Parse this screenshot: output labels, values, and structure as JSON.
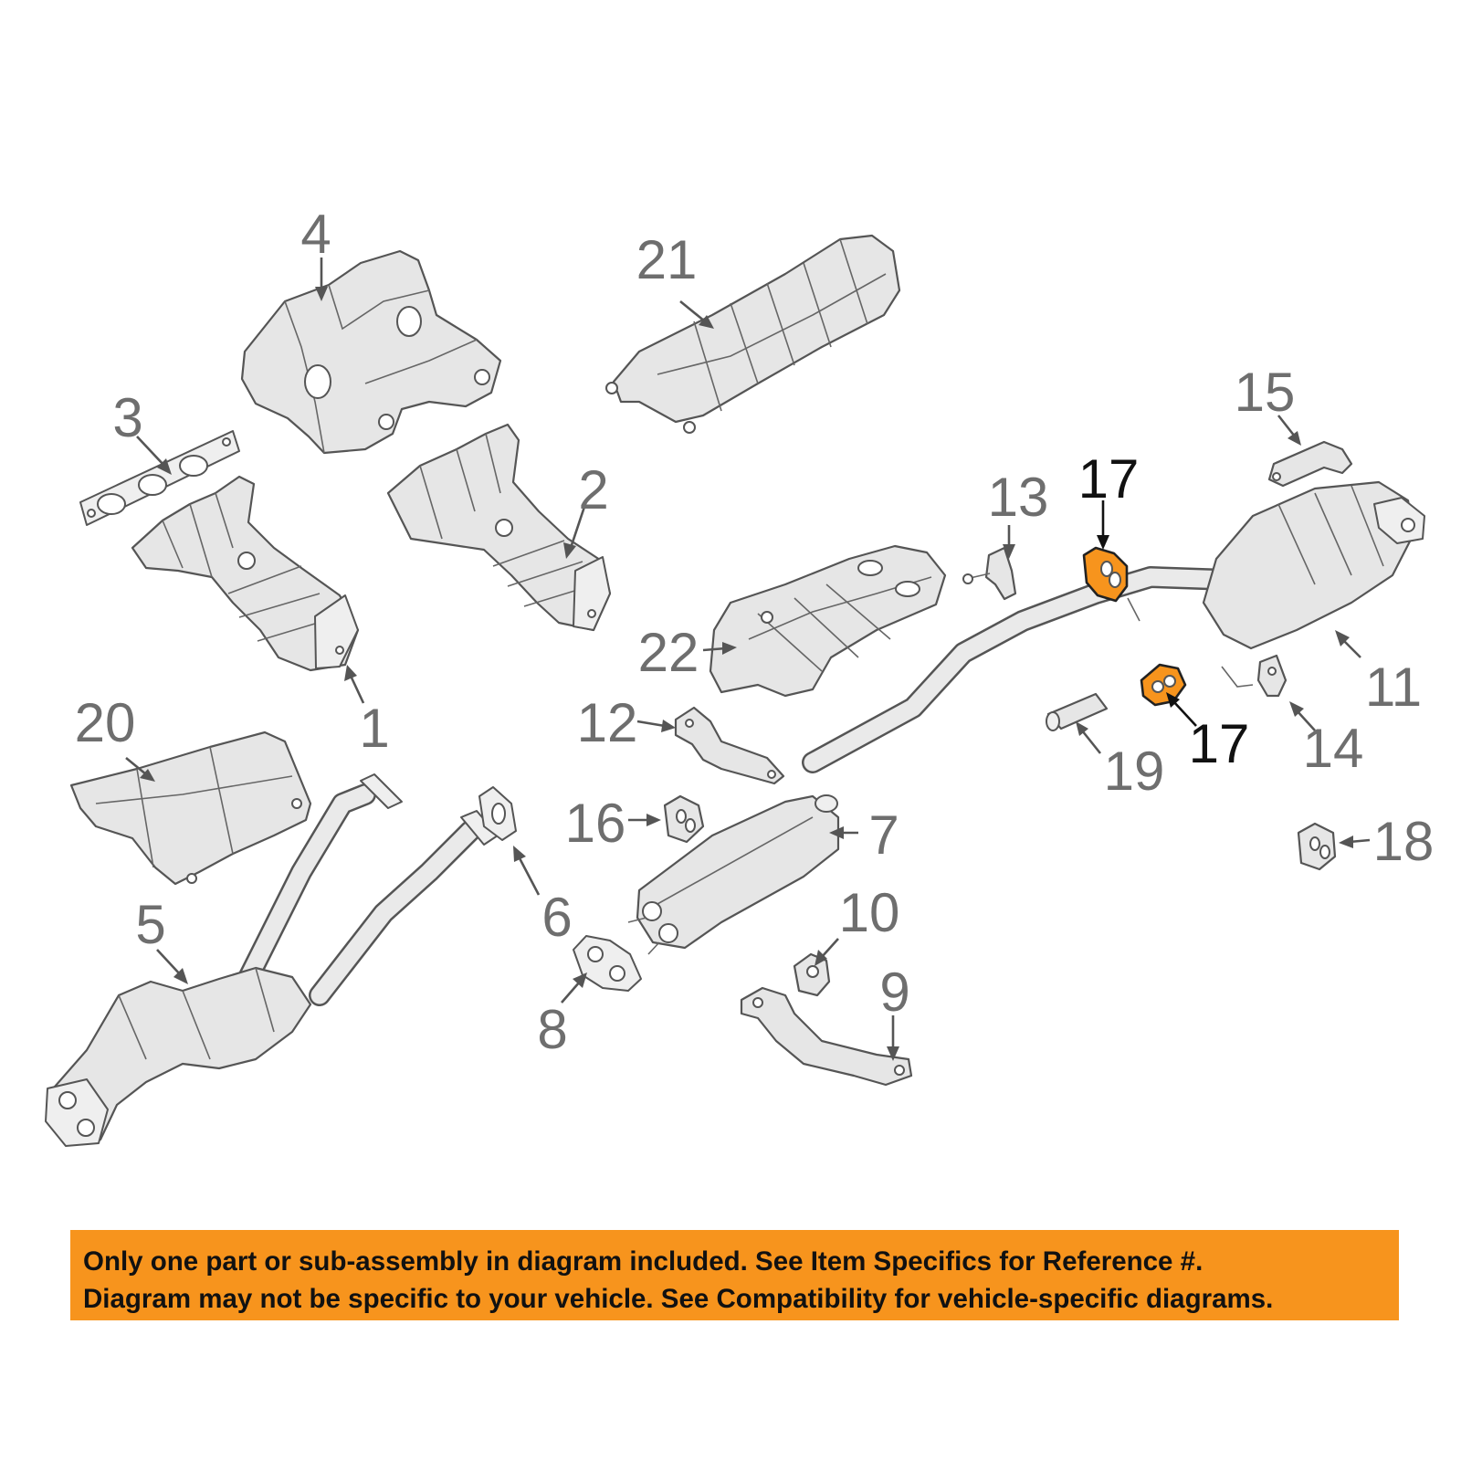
{
  "colors": {
    "banner_background": "#F7941D",
    "highlight_part": "#F7941D",
    "callout_number": "#6E6E6E",
    "highlight_number": "#111111"
  },
  "callouts": [
    {
      "key": "c1",
      "label": "1"
    },
    {
      "key": "c2",
      "label": "2"
    },
    {
      "key": "c3",
      "label": "3"
    },
    {
      "key": "c4",
      "label": "4"
    },
    {
      "key": "c5",
      "label": "5"
    },
    {
      "key": "c6",
      "label": "6"
    },
    {
      "key": "c7",
      "label": "7"
    },
    {
      "key": "c8",
      "label": "8"
    },
    {
      "key": "c9",
      "label": "9"
    },
    {
      "key": "c10",
      "label": "10"
    },
    {
      "key": "c11",
      "label": "11"
    },
    {
      "key": "c12",
      "label": "12"
    },
    {
      "key": "c13",
      "label": "13"
    },
    {
      "key": "c14",
      "label": "14"
    },
    {
      "key": "c15",
      "label": "15"
    },
    {
      "key": "c16",
      "label": "16"
    },
    {
      "key": "c17a",
      "label": "17",
      "highlighted": true
    },
    {
      "key": "c17b",
      "label": "17",
      "highlighted": true
    },
    {
      "key": "c18",
      "label": "18"
    },
    {
      "key": "c19",
      "label": "19"
    },
    {
      "key": "c20",
      "label": "20"
    },
    {
      "key": "c21",
      "label": "21"
    },
    {
      "key": "c22",
      "label": "22"
    }
  ],
  "disclaimer": {
    "line1": "Only one part or sub-assembly in diagram included. See Item Specifics for Reference #.",
    "line2": "Diagram may not be specific to your vehicle. See Compatibility for vehicle-specific diagrams."
  }
}
